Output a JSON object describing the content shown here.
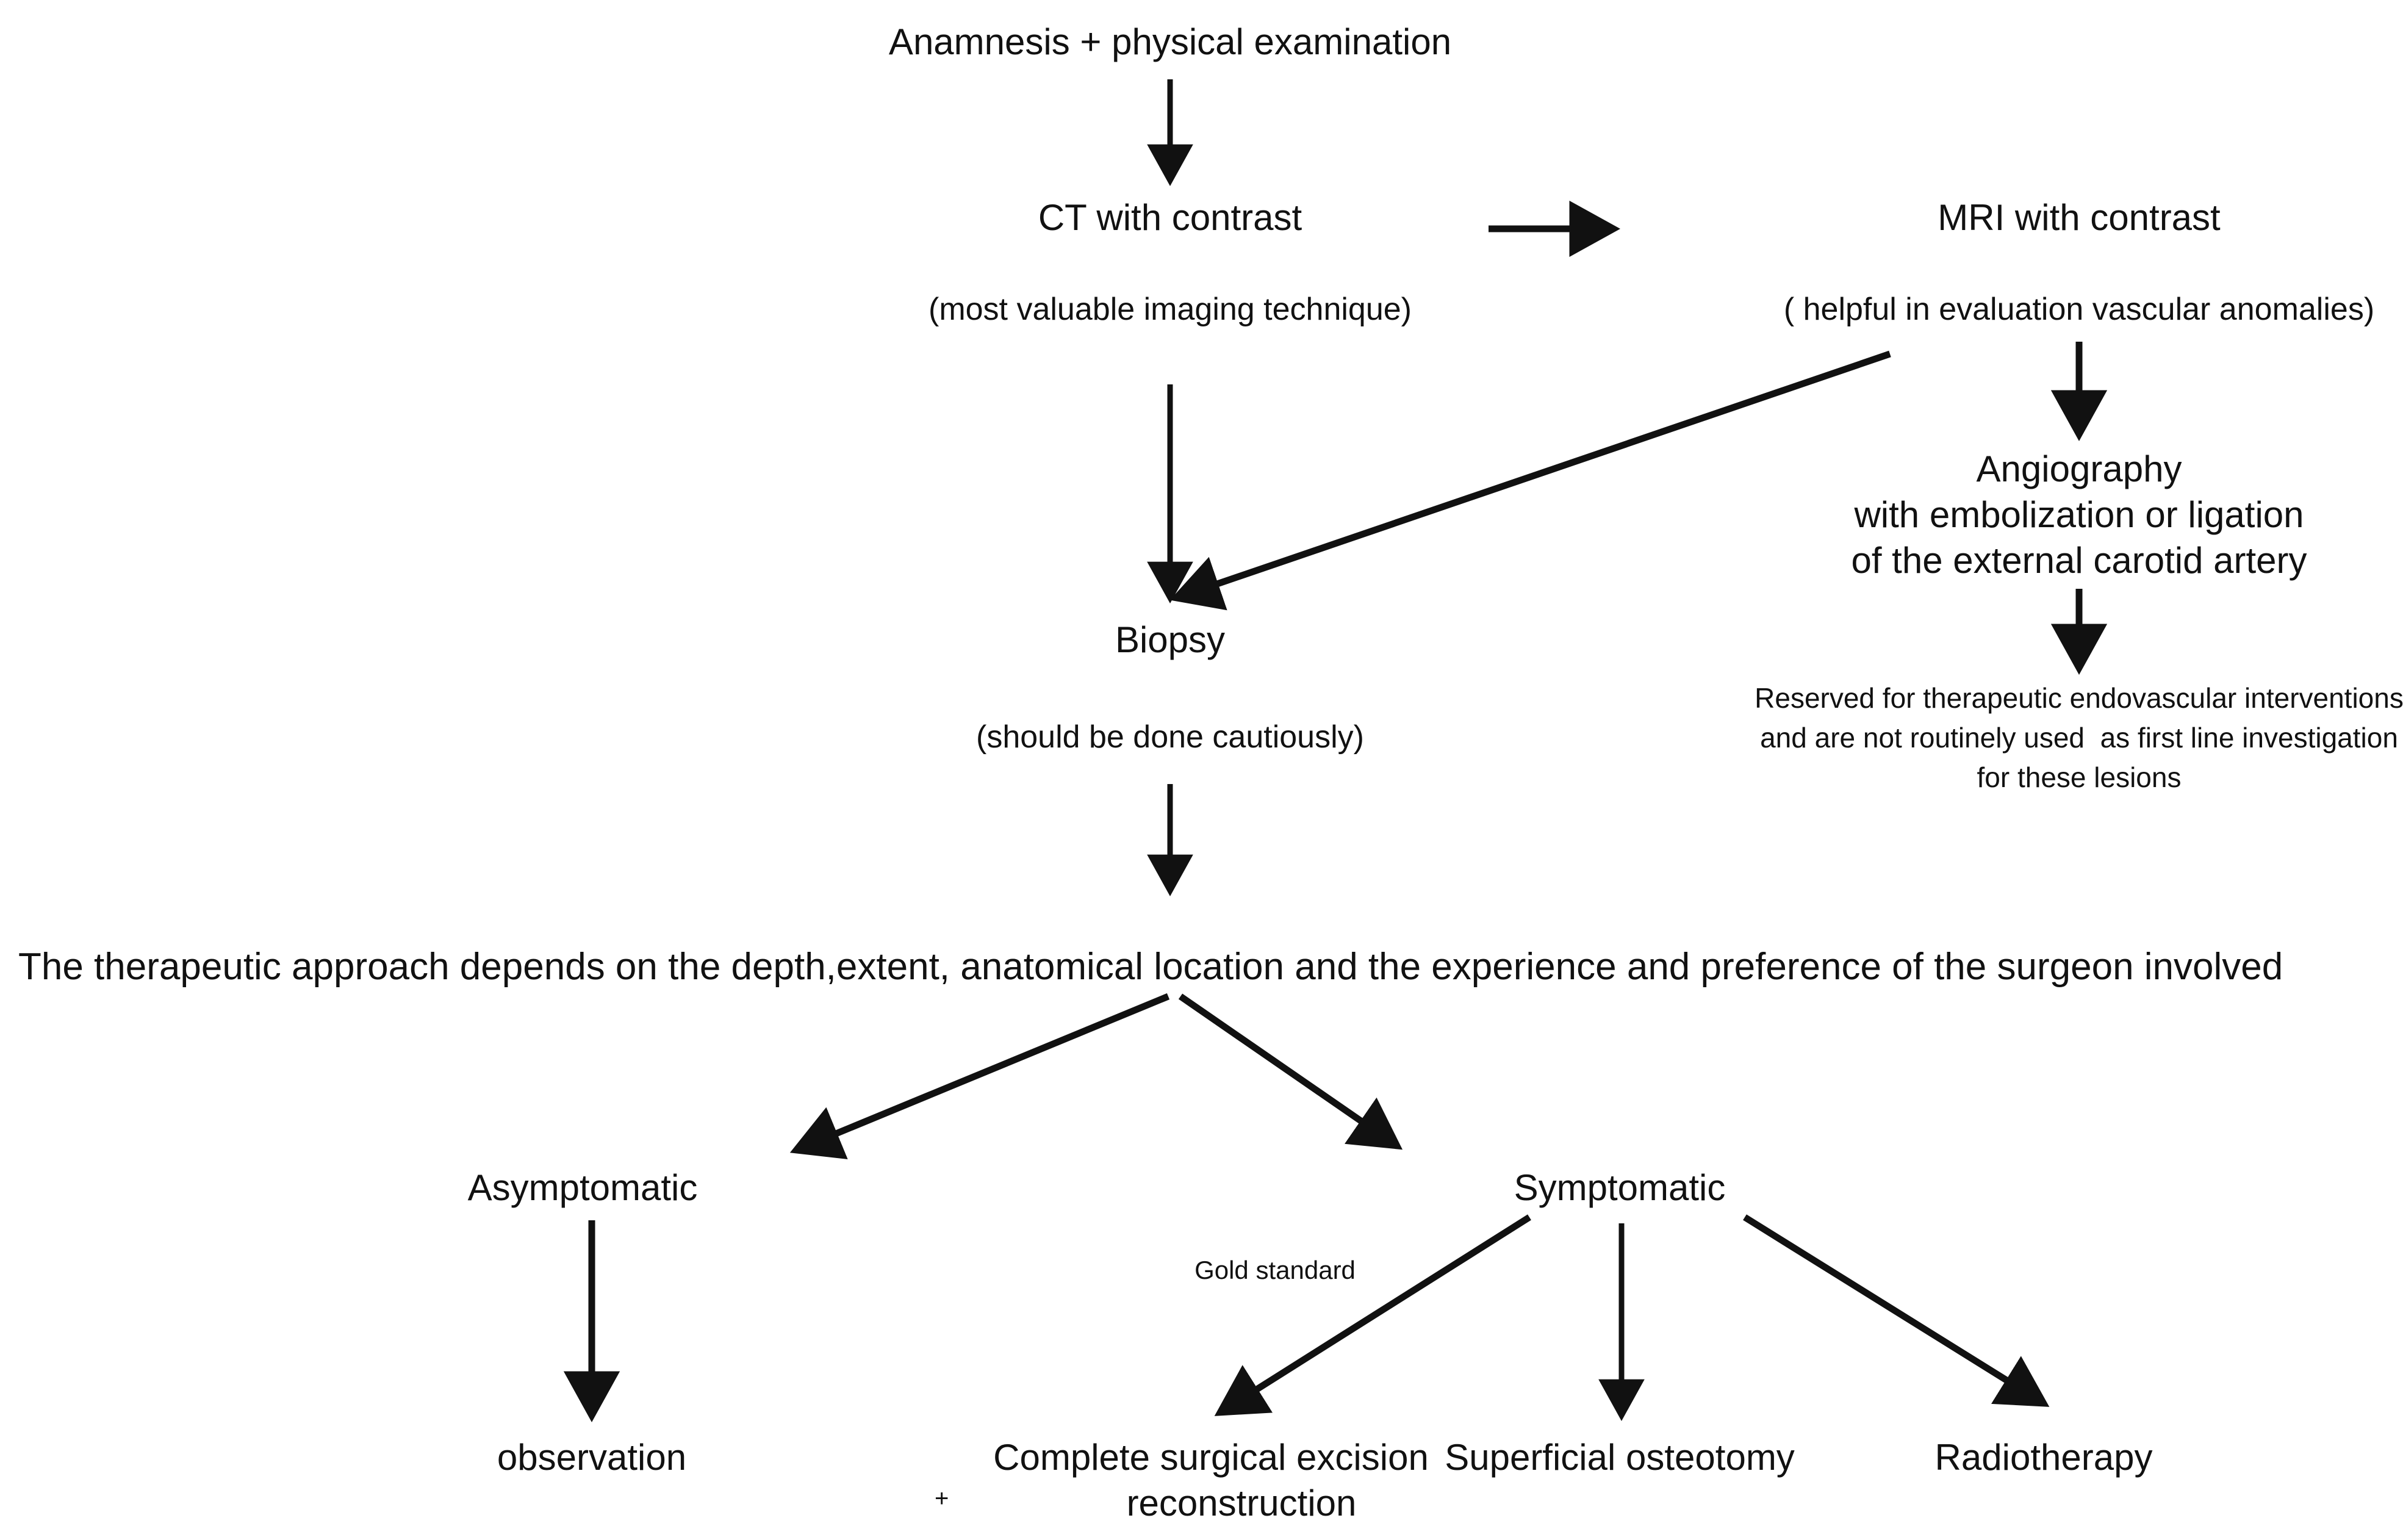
{
  "diagram": {
    "title": "Diagnostic and therapeutic workup flowchart",
    "background": "#ffffff",
    "ink": "#111111"
  },
  "nodes": {
    "anamnesis": "Anamnesis + physical examination",
    "ct": "CT with contrast",
    "ct_note": "(most valuable imaging technique)",
    "mri": "MRI with contrast",
    "mri_note": "( helpful in evaluation vascular anomalies)",
    "angiography_line1": "Angiography",
    "angiography_line2": "with embolization or ligation",
    "angiography_line3": "of the external carotid artery",
    "angio_note_line1": "Reserved for therapeutic endovascular interventions",
    "angio_note_line2": "and are not routinely used  as first line investigation",
    "angio_note_line3": "for these lesions",
    "biopsy": "Biopsy",
    "biopsy_note": "(should be done cautiously)",
    "therapeutic_sentence": "The therapeutic approach depends on the depth,extent, anatomical location and the experience and preference of the surgeon involved",
    "asymptomatic": "Asymptomatic",
    "symptomatic": "Symptomatic",
    "observation": "observation",
    "gold_standard": "Gold standard",
    "excision_line1": "Complete surgical excision",
    "excision_plus": "+",
    "excision_line2": "reconstruction",
    "osteotomy": "Superficial osteotomy",
    "radiotherapy": "Radiotherapy"
  },
  "edges": [
    {
      "id": "anamnesis-to-ct",
      "from": "anamnesis",
      "to": "ct",
      "kind": "vertical"
    },
    {
      "id": "ct-to-mri",
      "from": "ct",
      "to": "mri",
      "kind": "horizontal"
    },
    {
      "id": "mri-to-angiography",
      "from": "mri",
      "to": "angiography",
      "kind": "vertical"
    },
    {
      "id": "angiography-to-note",
      "from": "angiography",
      "to": "angio_note",
      "kind": "vertical"
    },
    {
      "id": "mri-to-biopsy",
      "from": "mri_note",
      "to": "biopsy",
      "kind": "diagonal"
    },
    {
      "id": "ct-to-biopsy",
      "from": "ct_note",
      "to": "biopsy",
      "kind": "vertical"
    },
    {
      "id": "biopsy-to-therapeutic",
      "from": "biopsy_note",
      "to": "therapeutic",
      "kind": "vertical"
    },
    {
      "id": "therapeutic-to-asymptomatic",
      "from": "therapeutic",
      "to": "asymptomatic",
      "kind": "diagonal"
    },
    {
      "id": "therapeutic-to-symptomatic",
      "from": "therapeutic",
      "to": "symptomatic",
      "kind": "diagonal"
    },
    {
      "id": "asymptomatic-to-observation",
      "from": "asymptomatic",
      "to": "observation",
      "kind": "vertical"
    },
    {
      "id": "symptomatic-to-excision",
      "from": "symptomatic",
      "to": "excision",
      "kind": "diagonal"
    },
    {
      "id": "symptomatic-to-osteotomy",
      "from": "symptomatic",
      "to": "osteotomy",
      "kind": "vertical"
    },
    {
      "id": "symptomatic-to-radiotherapy",
      "from": "symptomatic",
      "to": "radiotherapy",
      "kind": "diagonal"
    }
  ]
}
